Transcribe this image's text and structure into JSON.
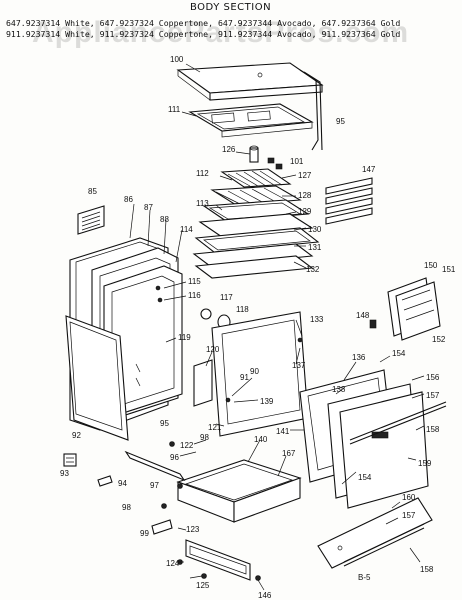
{
  "diagram": {
    "title": "BODY SECTION",
    "model_line_1": "647.9237314 White, 647.9237324 Coppertone, 647.9237344 Avocado, 647.9237364 Gold",
    "model_line_2": "911.9237314 White, 911.9237324 Coppertone, 911.9237344 Avocado, 911.9237364 Gold",
    "watermark": "AppliancePartsPros.com",
    "figure_id": "B-5",
    "part_labels": [
      "100",
      "111",
      "95",
      "126",
      "101",
      "112",
      "127",
      "147",
      "128",
      "113",
      "129",
      "130",
      "131",
      "132",
      "85",
      "86",
      "87",
      "88",
      "114",
      "115",
      "116",
      "117",
      "118",
      "119",
      "133",
      "148",
      "150",
      "151",
      "152",
      "120",
      "90",
      "91",
      "139",
      "137",
      "136",
      "154",
      "138",
      "156",
      "157",
      "92",
      "95",
      "121",
      "141",
      "158",
      "159",
      "122",
      "98",
      "140",
      "167",
      "96",
      "93",
      "94",
      "97",
      "154",
      "160",
      "157",
      "98",
      "99",
      "123",
      "158",
      "124",
      "125",
      "146"
    ]
  }
}
